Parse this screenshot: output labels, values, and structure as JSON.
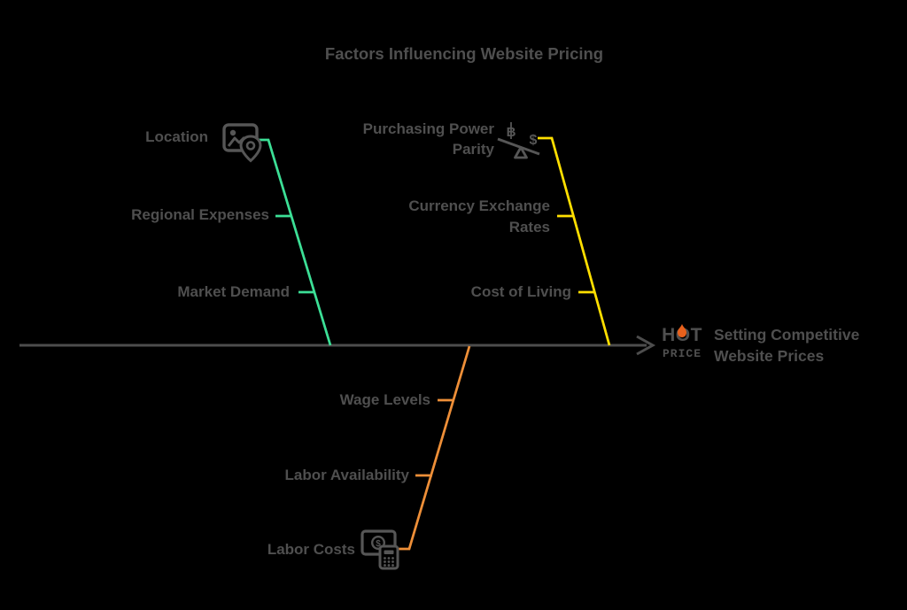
{
  "title": "Factors Influencing Website Pricing",
  "colors": {
    "background": "#000000",
    "text": "#4f4f4f",
    "line": "#4d4d4d",
    "icon": "#565656",
    "flame": "#e8611c",
    "branch_top_left": "#3cdf96",
    "branch_top_right": "#ffdf00",
    "branch_bottom": "#ee8f38"
  },
  "branches": {
    "top_left": {
      "color": "#3cdf96",
      "icon": "photo-location-pin-icon",
      "items": [
        "Location",
        "Regional Expenses",
        "Market Demand"
      ]
    },
    "top_right": {
      "color": "#ffdf00",
      "icon": "currency-balance-icon",
      "icon_symbols": {
        "left": "B",
        "right": "$"
      },
      "items": [
        "Purchasing Power Parity",
        "Currency Exchange Rates",
        "Cost of Living"
      ]
    },
    "bottom": {
      "color": "#ee8f38",
      "icon": "money-calculator-icon",
      "icon_symbol": "$",
      "items": [
        "Wage Levels",
        "Labor Availability",
        "Labor Costs"
      ]
    }
  },
  "result": {
    "logo_line1": "HOT",
    "logo_line2": "PRICE",
    "label": "Setting Competitive Website Prices"
  }
}
